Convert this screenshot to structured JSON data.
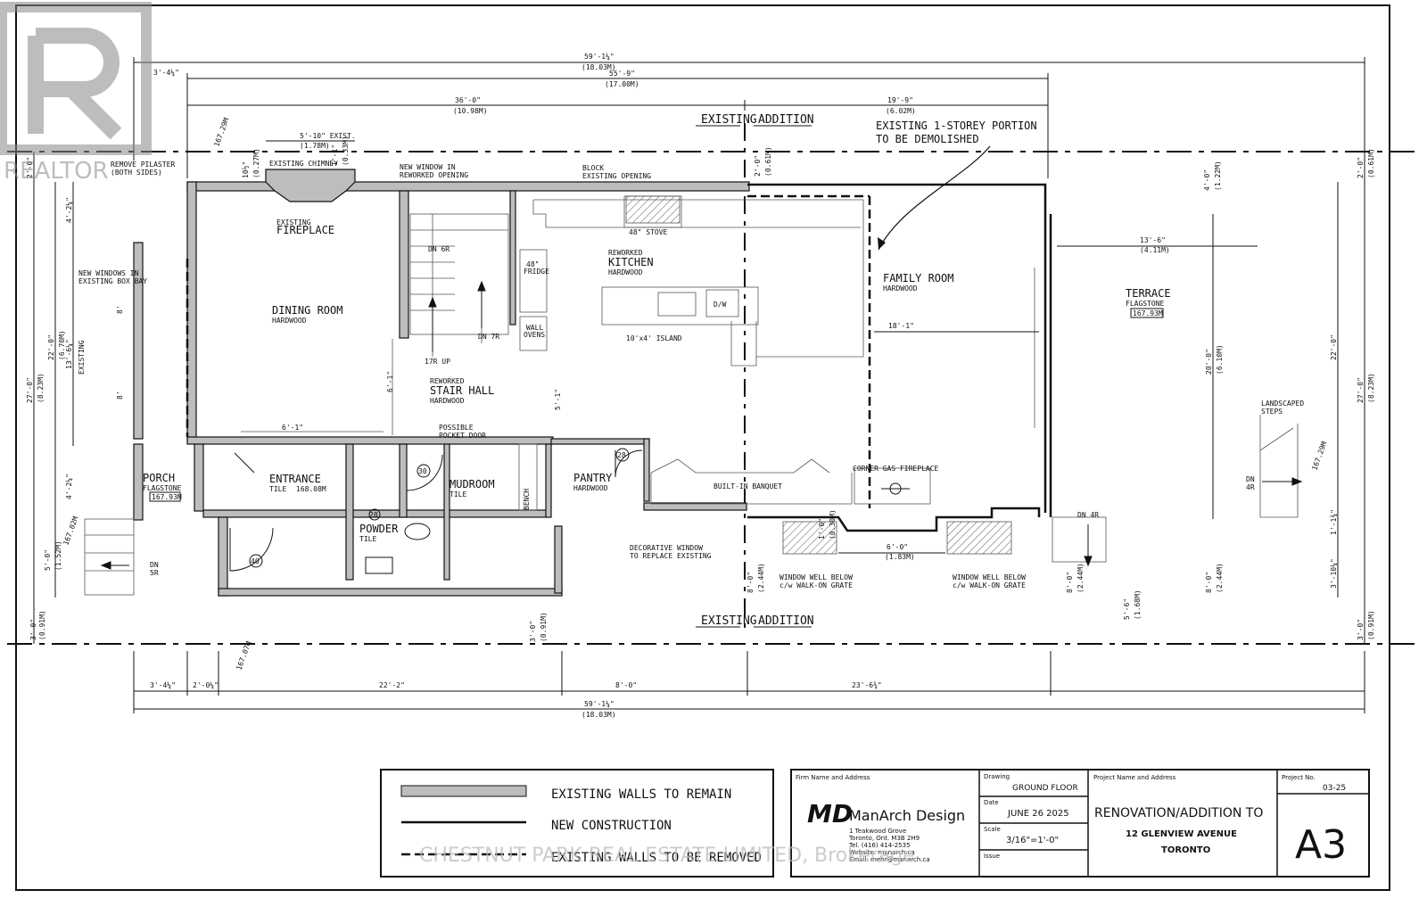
{
  "watermarks": {
    "realtor": "REALTOR",
    "brokerage": "CHESTNUT PARK REAL ESTATE LIMITED, Brokerage"
  },
  "dimensions": {
    "overall_top": "59'-1¼\"",
    "overall_top_m": "(18.03M)",
    "side_top": "3'-4¼\"",
    "inner_top": "55'-9\"",
    "inner_top_m": "(17.00M)",
    "existing_width": "36'-0\"",
    "existing_width_m": "(10.98M)",
    "addition_width": "19'-9\"",
    "addition_width_m": "(6.02M)",
    "chimney": "5'-10\" EXIST.",
    "chimney_m": "(1.78M)",
    "elev_167_29": "167.29M",
    "elev_167_02": "167.02M",
    "elev_167_07": "167.07M",
    "elev_167_29_r": "167.29M",
    "left_27": "27'-0\"",
    "left_27_m": "(8.23M)",
    "left_22": "22'-0\"",
    "left_22_m": "(6.70M)",
    "left_13": "13'-6¼\"",
    "left_4a": "4'-2¼\"",
    "left_4b": "4'-2¼\"",
    "left_2": "2'-0\"",
    "left_5": "5'-0\"",
    "left_5_m": "(1.52M)",
    "left_3": "3'-0\"",
    "left_3_m": "(0.91M)",
    "right_27": "27'-0\"",
    "right_27_m": "(8.23M)",
    "right_22": "22'-0\"",
    "right_20": "20'-0\"",
    "right_20_m": "(6.10M)",
    "right_4": "4'-0\"",
    "right_4_m": "(1.22M)",
    "right_2": "2'-0\"",
    "right_2_m": "(0.61M)",
    "right_8": "8'-0\"",
    "right_8_m": "(2.44M)",
    "right_1": "1'-1¾\"",
    "right_3": "3'-10¼\"",
    "right_3b": "3'-0\"",
    "right_3b_m": "(0.91M)",
    "terrace_w": "13'-6\"",
    "terrace_w_m": "(4.11M)",
    "family_w": "18'-1\"",
    "stair_6": "6'-1\"",
    "entrance_6": "6'-1\"",
    "kitchen_5": "5'-1\"",
    "wells_6": "6'-0\"",
    "wells_6_m": "(1.83M)",
    "bottom_3": "3'-4¼\"",
    "bottom_2": "2'-0¼\"",
    "bottom_22": "22'-2\"",
    "bottom_8": "8'-0\"",
    "bottom_23": "23'-6¾\"",
    "bottom_overall": "59'-1¼\"",
    "bottom_overall_m": "(18.03M)",
    "box_8a": "8'",
    "box_8b": "8'",
    "mid_3": "3'-0\"",
    "mid_3_m": "(0.91M)",
    "mid_8": "8'-0\"",
    "mid_8_m": "(2.44M)",
    "mid_8r": "8'-0\"",
    "mid_8r_m": "(2.44M)",
    "mid_5": "5'-6\"",
    "mid_5_m": "(1.68M)",
    "mid_1": "1'-0\"",
    "mid_1_m": "(0.30M)",
    "top_2": "2'-0\"",
    "top_2_m": "(0.61M)",
    "chim_10": "10½\"",
    "chim_10_m": "(0.27M)",
    "chim_1": "1'-1\"",
    "chim_1_m": "(0.33M)"
  },
  "labels": {
    "existing_top": "EXISTING",
    "addition_top": "ADDITION",
    "existing_bottom": "EXISTING",
    "addition_bottom": "ADDITION",
    "demolish_1": "EXISTING 1-STOREY PORTION",
    "demolish_2": "TO BE DEMOLISHED",
    "remove_pilaster": "REMOVE PILASTER",
    "both_sides": "(BOTH SIDES)",
    "existing_chimney": "EXISTING CHIMNEY",
    "new_window_1": "NEW WINDOW IN",
    "new_window_2": "REWORKED OPENING",
    "block_1": "BLOCK",
    "block_2": "EXISTING OPENING",
    "existing_fp_1": "EXISTING",
    "existing_fp_2": "FIREPLACE",
    "new_windows_1": "NEW WINDOWS IN",
    "new_windows_2": "EXISTING BOX BAY",
    "stove": "48\" STOVE",
    "fridge_1": "48\"",
    "fridge_2": "FRIDGE",
    "wall_oven_1": "WALL",
    "wall_oven_2": "OVENS",
    "dw": "D/W",
    "island": "10'x4' ISLAND",
    "dn6r": "DN 6R",
    "dn7r": "DN 7R",
    "up17r": "17R UP",
    "pocket_1": "POSSIBLE",
    "pocket_2": "POCKET DOOR",
    "banquet": "BUILT-IN BANQUET",
    "corner_fp": "CORNER GAS FIREPLACE",
    "bench": "BENCH",
    "door_30": "30",
    "door_28a": "28",
    "door_28b": "28",
    "door_40": "40",
    "dn5r_1": "DN",
    "dn5r_2": "5R",
    "dn4r_1": "DN",
    "dn4r_2": "4R",
    "dn4r_b": "DN 4R",
    "landscaped_1": "LANDSCAPED",
    "landscaped_2": "STEPS",
    "decorative_1": "DECORATIVE WINDOW",
    "decorative_2": "TO REPLACE EXISTING",
    "well_1a": "WINDOW WELL BELOW",
    "well_1b": "c/w WALK-ON GRATE",
    "well_2a": "WINDOW WELL BELOW",
    "well_2b": "c/w WALK-ON GRATE",
    "existing_side": "EXISTING"
  },
  "rooms": {
    "dining": {
      "name": "DINING ROOM",
      "floor": "HARDWOOD"
    },
    "kitchen_1": "REWORKED",
    "kitchen": {
      "name": "KITCHEN",
      "floor": "HARDWOOD"
    },
    "stair_1": "REWORKED",
    "stair": {
      "name": "STAIR HALL",
      "floor": "HARDWOOD"
    },
    "family": {
      "name": "FAMILY ROOM",
      "floor": "HARDWOOD"
    },
    "terrace": {
      "name": "TERRACE",
      "floor": "FLAGSTONE",
      "elev": "167.93M"
    },
    "porch": {
      "name": "PORCH",
      "floor": "FLAGSTONE",
      "elev": "167.93M"
    },
    "entrance": {
      "name": "ENTRANCE",
      "floor": "TILE",
      "elev": "168.08M"
    },
    "mudroom": {
      "name": "MUDROOM",
      "floor": "TILE"
    },
    "pantry": {
      "name": "PANTRY",
      "floor": "HARDWOOD"
    },
    "powder": {
      "name": "POWDER",
      "floor": "TILE"
    }
  },
  "legend": {
    "items": [
      "EXISTING WALLS TO REMAIN",
      "NEW CONSTRUCTION",
      "EXISTING WALLS TO BE REMOVED"
    ]
  },
  "title_block": {
    "firm_label": "Firm Name and Address",
    "firm_logo": "MD",
    "firm_name": "ManArch Design",
    "addr_1": "1 Teakwood Grove",
    "addr_2": "Toronto, Ont. M3B 2H9",
    "addr_3": "Tel. (416) 414-2535",
    "addr_4": "Website: manarch.ca",
    "addr_5": "Email: mehr@manarch.ca",
    "drawing_label": "Drawing",
    "drawing": "GROUND FLOOR",
    "date_label": "Date",
    "date": "JUNE 26 2025",
    "scale_label": "Scale",
    "scale": "3/16\"=1'-0\"",
    "issue_label": "Issue",
    "project_label": "Project Name and Address",
    "project_1": "RENOVATION/ADDITION TO",
    "project_2": "12 GLENVIEW AVENUE",
    "project_3": "TORONTO",
    "project_no_label": "Project No.",
    "project_no": "03-25",
    "sheet": "A3"
  }
}
